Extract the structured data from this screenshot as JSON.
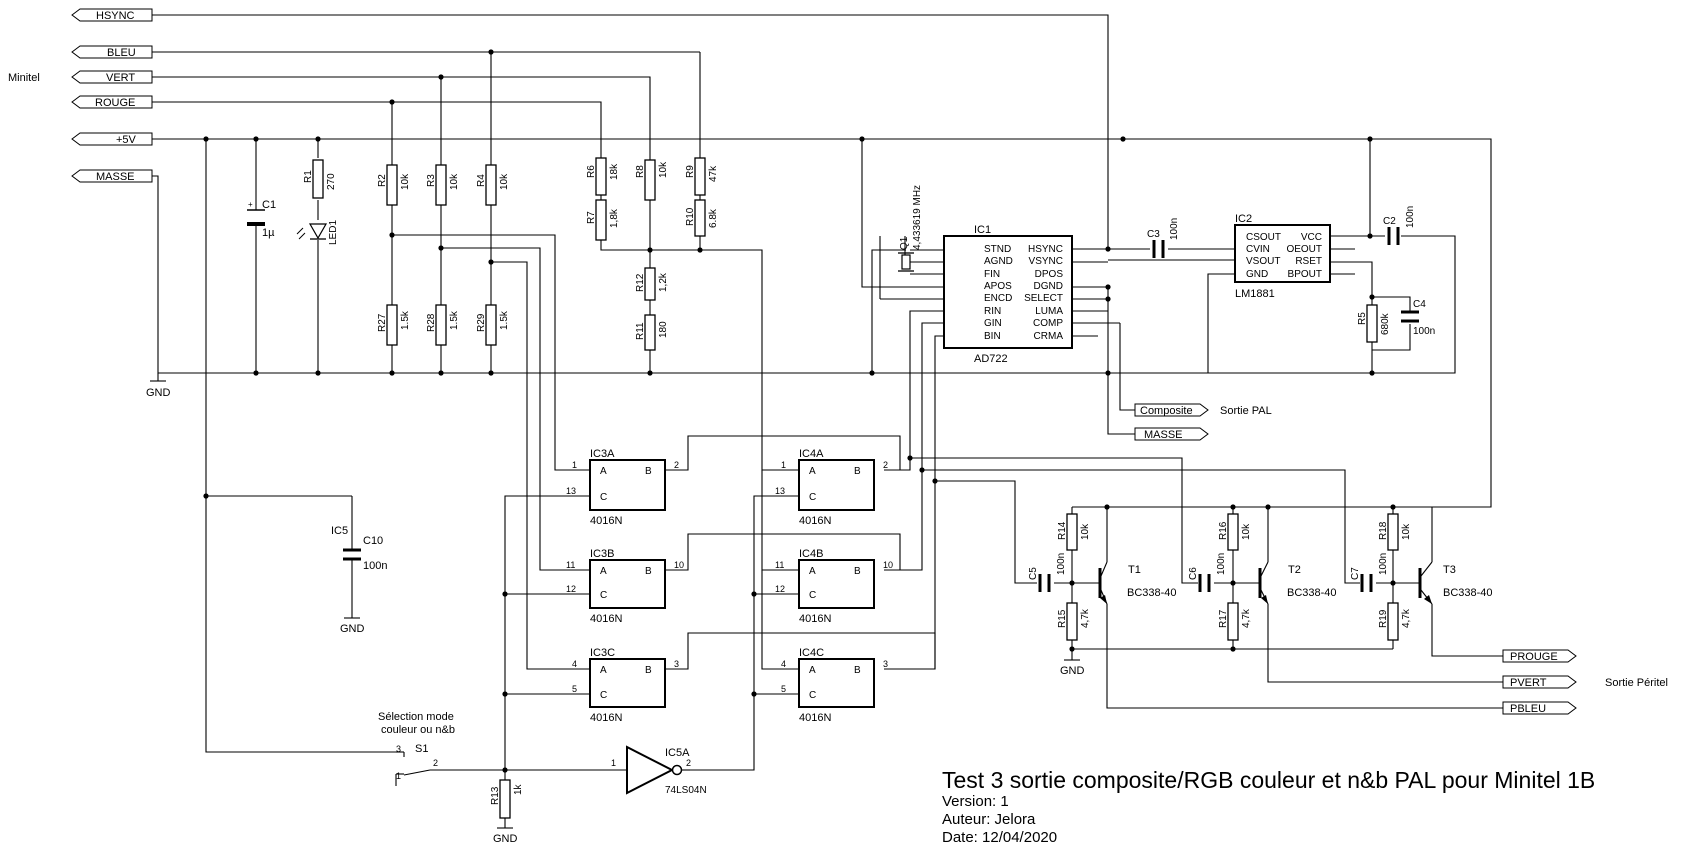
{
  "title_block": {
    "title": "Test 3 sortie composite/RGB couleur et n&b PAL pour Minitel 1B",
    "version": "Version: 1",
    "author": "Auteur: Jelora",
    "date": "Date: 12/04/2020"
  },
  "ports_left": {
    "group_label": "Minitel",
    "hsync": "HSYNC",
    "bleu": "BLEU",
    "vert": "VERT",
    "rouge": "ROUGE",
    "vcc": "+5V",
    "masse": "MASSE"
  },
  "ports_right": {
    "composite": "Composite",
    "composite_note": "Sortie PAL",
    "masse": "MASSE",
    "prouge": "PROUGE",
    "pvert": "PVERT",
    "pbleu": "PBLEU",
    "peritel_note": "Sortie Péritel"
  },
  "gnd": "GND",
  "resistors": {
    "r1": {
      "ref": "R1",
      "val": "270"
    },
    "r2": {
      "ref": "R2",
      "val": "10k"
    },
    "r3": {
      "ref": "R3",
      "val": "10k"
    },
    "r4": {
      "ref": "R4",
      "val": "10k"
    },
    "r27": {
      "ref": "R27",
      "val": "1.5k"
    },
    "r28": {
      "ref": "R28",
      "val": "1.5k"
    },
    "r29": {
      "ref": "R29",
      "val": "1.5k"
    },
    "r6": {
      "ref": "R6",
      "val": "18k"
    },
    "r7": {
      "ref": "R7",
      "val": "1,8k"
    },
    "r8": {
      "ref": "R8",
      "val": "10k"
    },
    "r9": {
      "ref": "R9",
      "val": "47k"
    },
    "r10": {
      "ref": "R10",
      "val": "6.8k"
    },
    "r12": {
      "ref": "R12",
      "val": "1,2k"
    },
    "r11": {
      "ref": "R11",
      "val": "180"
    },
    "r5": {
      "ref": "R5",
      "val": "680k"
    },
    "r13": {
      "ref": "R13",
      "val": "1k"
    },
    "r14": {
      "ref": "R14",
      "val": "10k"
    },
    "r15": {
      "ref": "R15",
      "val": "4,7k"
    },
    "r16": {
      "ref": "R16",
      "val": "10k"
    },
    "r17": {
      "ref": "R17",
      "val": "4,7k"
    },
    "r18": {
      "ref": "R18",
      "val": "10k"
    },
    "r19": {
      "ref": "R19",
      "val": "4,7k"
    }
  },
  "capacitors": {
    "c1": {
      "ref": "C1",
      "val": "1µ"
    },
    "c2": {
      "ref": "C2",
      "val": "100n"
    },
    "c3": {
      "ref": "C3",
      "val": "100n"
    },
    "c4": {
      "ref": "C4",
      "val": "100n"
    },
    "c5": {
      "ref": "C5",
      "val": "100n"
    },
    "c6": {
      "ref": "C6",
      "val": "100n"
    },
    "c7": {
      "ref": "C7",
      "val": "100n"
    },
    "c10": {
      "ref": "C10",
      "val": "100n"
    }
  },
  "led": {
    "ref": "LED1"
  },
  "crystal": {
    "ref": "Q1",
    "val": "4,433619 MHz"
  },
  "ic1": {
    "ref": "IC1",
    "part": "AD722",
    "left_pins": [
      "STND",
      "AGND",
      "FIN",
      "APOS",
      "ENCD",
      "RIN",
      "GIN",
      "BIN"
    ],
    "right_pins": [
      "HSYNC",
      "VSYNC",
      "DPOS",
      "DGND",
      "SELECT",
      "LUMA",
      "COMP",
      "CRMA"
    ]
  },
  "ic2": {
    "ref": "IC2",
    "part": "LM1881",
    "left_pins": [
      "CSOUT",
      "CVIN",
      "VSOUT",
      "GND"
    ],
    "right_pins": [
      "VCC",
      "OEOUT",
      "RSET",
      "BPOUT"
    ]
  },
  "switches": [
    {
      "ref": "IC3A",
      "part": "4016N",
      "pa": "1",
      "pb": "2",
      "pc": "13"
    },
    {
      "ref": "IC3B",
      "part": "4016N",
      "pa": "11",
      "pb": "10",
      "pc": "12"
    },
    {
      "ref": "IC3C",
      "part": "4016N",
      "pa": "4",
      "pb": "3",
      "pc": "5"
    },
    {
      "ref": "IC4A",
      "part": "4016N",
      "pa": "1",
      "pb": "2",
      "pc": "13"
    },
    {
      "ref": "IC4B",
      "part": "4016N",
      "pa": "11",
      "pb": "10",
      "pc": "12"
    },
    {
      "ref": "IC4C",
      "part": "4016N",
      "pa": "4",
      "pb": "3",
      "pc": "5"
    }
  ],
  "switch_pins": {
    "a": "A",
    "b": "B",
    "c": "C"
  },
  "ic5": {
    "ref": "IC5",
    "note": ""
  },
  "ic5a": {
    "ref": "IC5A",
    "part": "74LS04N",
    "p1": "1",
    "p2": "2"
  },
  "s1": {
    "ref": "S1",
    "note1": "Sélection mode",
    "note2": "couleur ou n&b",
    "p1": "1",
    "p2": "2",
    "p3": "3"
  },
  "transistors": [
    {
      "ref": "T1",
      "part": "BC338-40"
    },
    {
      "ref": "T2",
      "part": "BC338-40"
    },
    {
      "ref": "T3",
      "part": "BC338-40"
    }
  ]
}
